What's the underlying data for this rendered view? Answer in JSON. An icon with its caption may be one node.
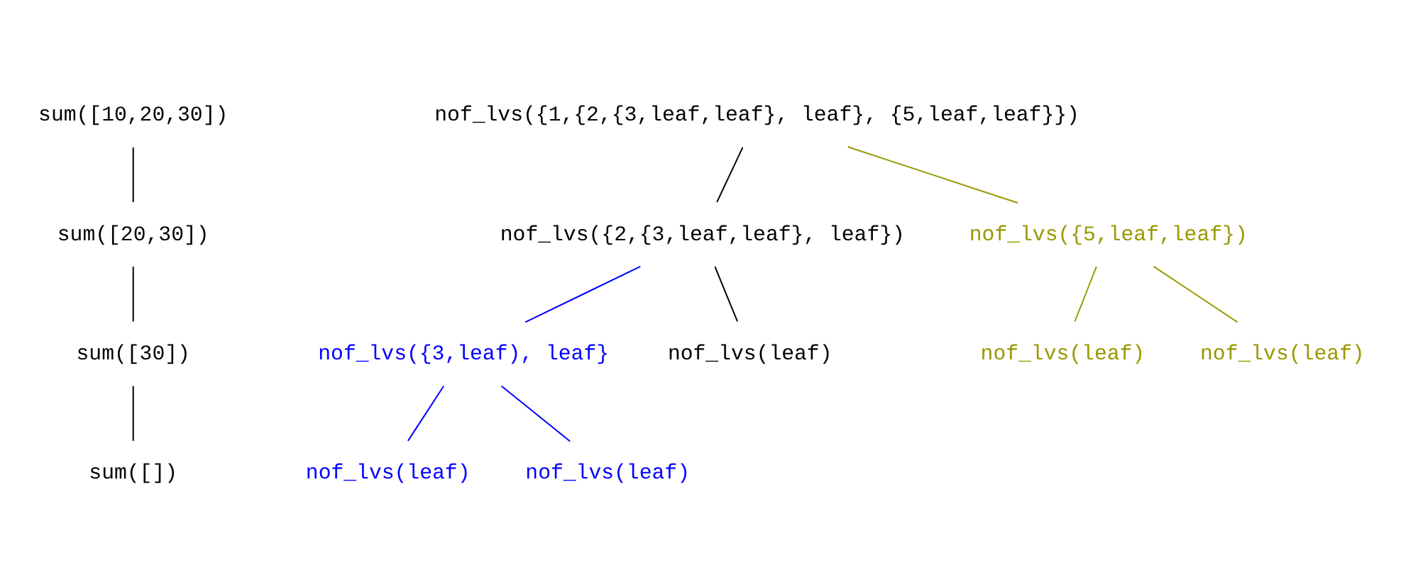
{
  "diagram": {
    "nodes": [
      {
        "text": [
          "sum([10,20,30])"
        ]
      },
      {
        "text": [
          "sum([20,30])"
        ]
      },
      {
        "text": [
          "sum([30])"
        ]
      },
      {
        "text": [
          "sum([])"
        ]
      },
      {
        "text": [
          "nof_lvs({1,{2,{3,leaf,leaf}, leaf}, {5,leaf,leaf}})"
        ]
      },
      {
        "text": [
          "nof_lvs({2,{3,leaf,leaf}, leaf})"
        ]
      },
      {
        "text": [
          "nof_lvs({5,leaf,leaf})"
        ]
      },
      {
        "text": [
          "nof_lvs({3,leaf), leaf}"
        ]
      },
      {
        "text": [
          "nof_lvs(leaf)"
        ]
      },
      {
        "text": [
          "nof_lvs(leaf)"
        ]
      },
      {
        "text": [
          "nof_lvs(leaf)"
        ]
      },
      {
        "text": [
          "nof_lvs(leaf)"
        ]
      },
      {
        "text": [
          "nof_lvs(leaf)"
        ]
      }
    ],
    "edges": [
      {
        "from": 0,
        "to": 1,
        "arrow": "none"
      },
      {
        "from": 1,
        "to": 2,
        "arrow": "none"
      },
      {
        "from": 2,
        "to": 3,
        "arrow": "none"
      },
      {
        "from": 4,
        "to": 5,
        "arrow": "none"
      },
      {
        "from": 4,
        "to": 6,
        "arrow": "none",
        "color": "#999900"
      },
      {
        "from": 5,
        "to": 7,
        "arrow": "none",
        "color": "#0000ff"
      },
      {
        "from": 5,
        "to": 8,
        "arrow": "none"
      },
      {
        "from": 6,
        "to": 9,
        "arrow": "none",
        "color": "#999900"
      },
      {
        "from": 6,
        "to": 10,
        "arrow": "none",
        "color": "#999900"
      },
      {
        "from": 7,
        "to": 11,
        "arrow": "none",
        "color": "#0000ff"
      },
      {
        "from": 7,
        "to": 12,
        "arrow": "none",
        "color": "#0000ff"
      }
    ]
  }
}
